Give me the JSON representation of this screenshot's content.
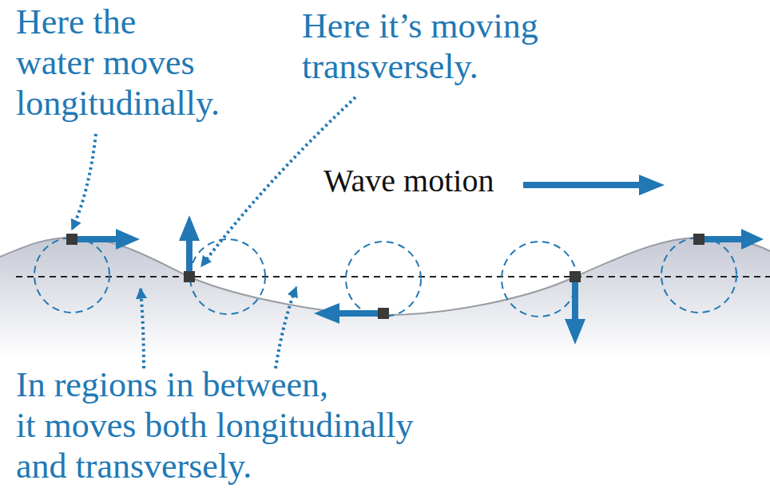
{
  "diagram": {
    "labels": [
      "Here the water moves longitudinally.",
      "Here it’s moving transversely.",
      "Wave motion",
      "In regions in between, it moves both longitudinally and transversely."
    ]
  }
}
